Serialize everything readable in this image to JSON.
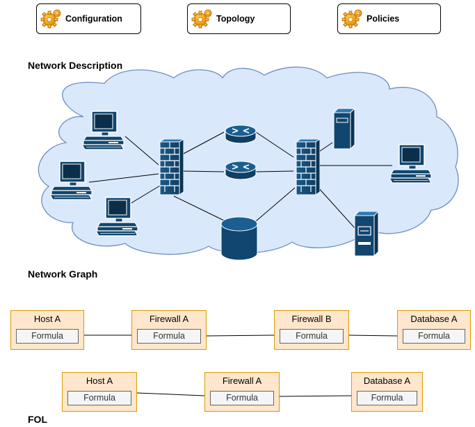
{
  "tabs": [
    {
      "label": "Configuration"
    },
    {
      "label": "Topology"
    },
    {
      "label": "Policies"
    }
  ],
  "sections": {
    "network_description": "Network Description",
    "network_graph": "Network Graph",
    "fol": "FOL"
  },
  "colors": {
    "cloud_fill": "#dae8fc",
    "cloud_stroke": "#6c8ebf",
    "device_blue": "#10466f",
    "node_fill": "#ffe6cc",
    "node_stroke": "#d79b00",
    "formula_fill": "#f5f5f5"
  },
  "graph": {
    "nodes": [
      {
        "name": "Host A",
        "formula": "Formula"
      },
      {
        "name": "Firewall A",
        "formula": "Formula"
      },
      {
        "name": "Firewall B",
        "formula": "Formula"
      },
      {
        "name": "Database A",
        "formula": "Formula"
      }
    ]
  },
  "fol": {
    "nodes": [
      {
        "name": "Host A",
        "formula": "Formula"
      },
      {
        "name": "Firewall A",
        "formula": "Formula"
      },
      {
        "name": "Database A",
        "formula": "Formula"
      }
    ]
  }
}
